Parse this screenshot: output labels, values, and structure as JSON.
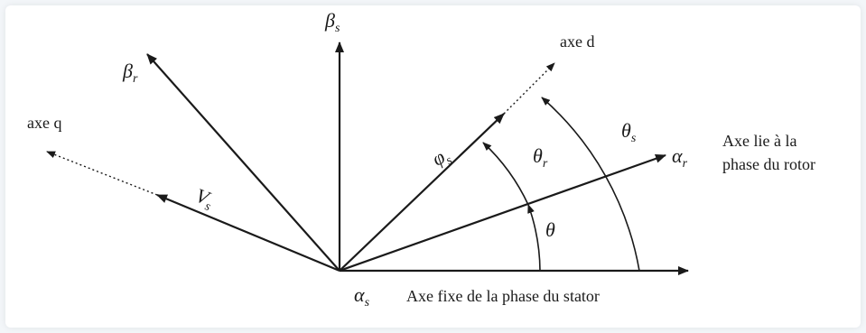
{
  "diagram": {
    "colors": {
      "line": "#1a1a1a",
      "background": "#ffffff"
    },
    "labels": {
      "beta_s": {
        "sym": "β",
        "sub": "s"
      },
      "beta_r": {
        "sym": "β",
        "sub": "r"
      },
      "alpha_r": {
        "sym": "α",
        "sub": "r"
      },
      "alpha_s": {
        "sym": "α",
        "sub": "s"
      },
      "phi_s": {
        "sym": "φ",
        "sub": "s"
      },
      "v_s": {
        "sym": "V",
        "sub": "s"
      },
      "theta": {
        "sym": "θ"
      },
      "theta_r": {
        "sym": "θ",
        "sub": "r"
      },
      "theta_s": {
        "sym": "θ",
        "sub": "s"
      },
      "axe_d": "axe d",
      "axe_q": "axe q",
      "rotor_axis_line1": "Axe lie à la",
      "rotor_axis_line2": "phase du rotor",
      "stator_axis": "Axe fixe de la phase du stator"
    }
  }
}
